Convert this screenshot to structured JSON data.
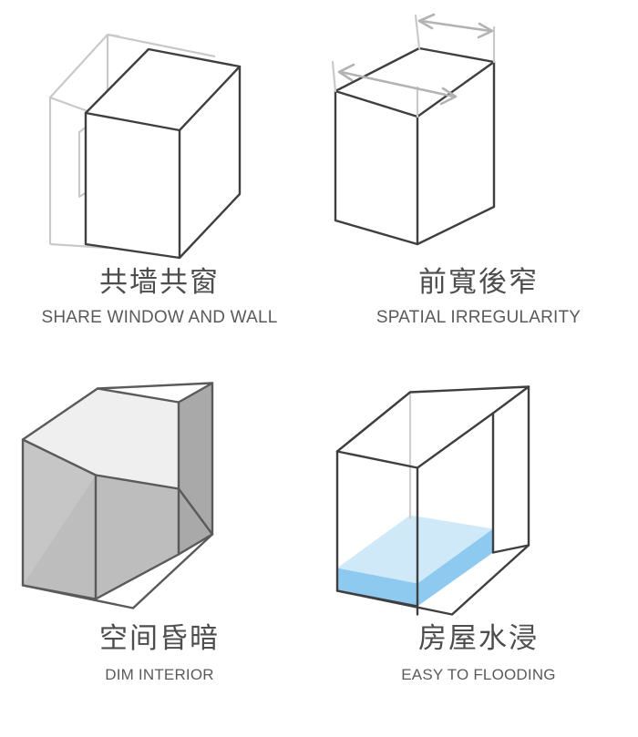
{
  "page": {
    "title": "Existing house problems infographic",
    "background_color": "#ffffff",
    "text_color": "#4d4d4d"
  },
  "palette": {
    "stroke_dark": "#3f3f3f",
    "stroke_ghost": "#c9c9c9",
    "arrow_gray": "#b3b3b3",
    "interior_light": "#efefef",
    "interior_mid": "#c6c6c6",
    "interior_floor": "#bdbdbd",
    "exterior_gray": "#a9a9a9",
    "water_surface": "#cfe9f9",
    "water_side": "#8ecaf0",
    "water_side_dark": "#7cc0ec"
  },
  "panels": [
    {
      "id": "share-wall-window",
      "illustration": "box-with-ghost-neighbour-and-windows",
      "title_cn": "共墙共窗",
      "title_en": "SHARE WINDOW AND WALL"
    },
    {
      "id": "spatial-irregularity",
      "illustration": "box-with-width-dimension-arrows",
      "title_cn": "前寬後窄",
      "title_en": "SPATIAL IRREGULARITY",
      "annotations": [
        {
          "name": "rear-width-arrow",
          "style": "double-headed",
          "color": "#b3b3b3"
        },
        {
          "name": "front-width-arrow",
          "style": "double-headed",
          "color": "#b3b3b3"
        }
      ]
    },
    {
      "id": "dim-interior",
      "illustration": "open-box-with-shaded-interior",
      "title_cn": "空间昏暗",
      "title_en": "DIM INTERIOR"
    },
    {
      "id": "easy-to-flooding",
      "illustration": "open-box-with-water-at-bottom",
      "title_cn": "房屋水浸",
      "title_en": "EASY TO FLOODING"
    }
  ]
}
